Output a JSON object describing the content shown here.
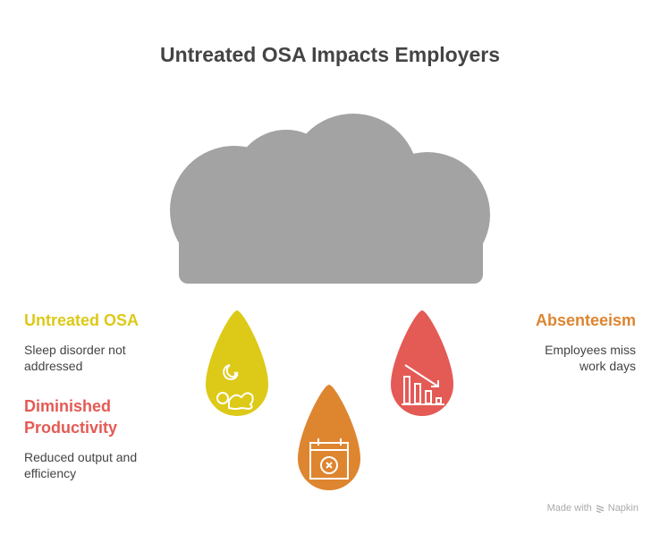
{
  "title": "Untreated OSA Impacts Employers",
  "items": [
    {
      "label": "Untreated OSA",
      "description": "Sleep disorder not addressed",
      "desc_lines": [
        "Sleep disorder not",
        "addressed"
      ],
      "color": "#DDC918",
      "icon": "sleep-apnea-icon"
    },
    {
      "label": "Diminished Productivity",
      "label_lines": [
        "Diminished",
        "Productivity"
      ],
      "description": "Reduced output and efficiency",
      "desc_lines": [
        "Reduced output and",
        "efficiency"
      ],
      "color": "#E45A55",
      "icon": "declining-chart-icon"
    },
    {
      "label": "Absenteeism",
      "description": "Employees miss work days",
      "desc_lines": [
        "Employees miss",
        "work days"
      ],
      "color": "#DE8530",
      "icon": "calendar-cancel-icon"
    }
  ],
  "cloud_color": "#A3A3A3",
  "footer": {
    "made_with": "Made with",
    "brand": "Napkin"
  }
}
